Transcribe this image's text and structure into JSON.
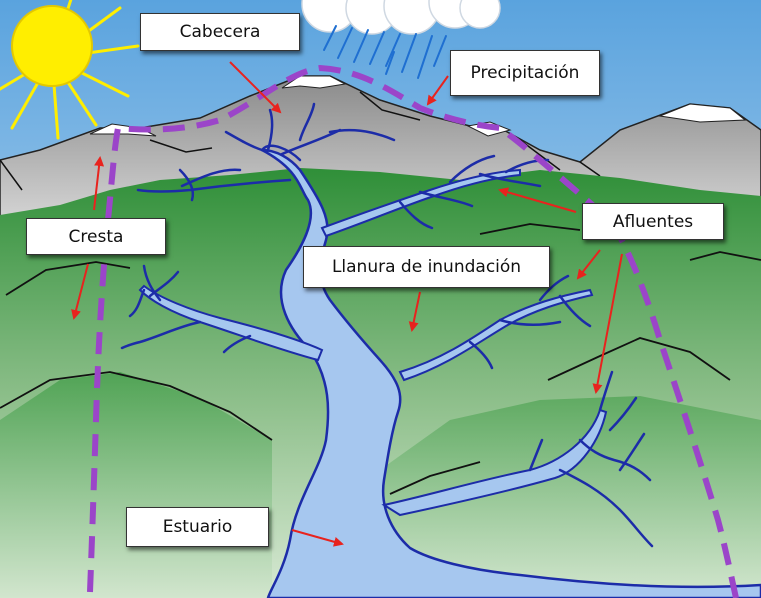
{
  "labels": {
    "cabecera": "Cabecera",
    "precipitacion": "Precipitación",
    "cresta": "Cresta",
    "afluentes": "Afluentes",
    "llanura": "Llanura de inundación",
    "estuario": "Estuario"
  },
  "colors": {
    "sky": "#7fb9e6",
    "mountain": "#a9a9a9",
    "snow": "#ffffff",
    "grass": "#3f9a40",
    "river_fill": "#a6c7ef",
    "river_stroke": "#1c2ca8",
    "divide": "#9b45c9",
    "arrow": "#e8231e",
    "sun": "#ffee00",
    "rain": "#1f6fd1"
  }
}
